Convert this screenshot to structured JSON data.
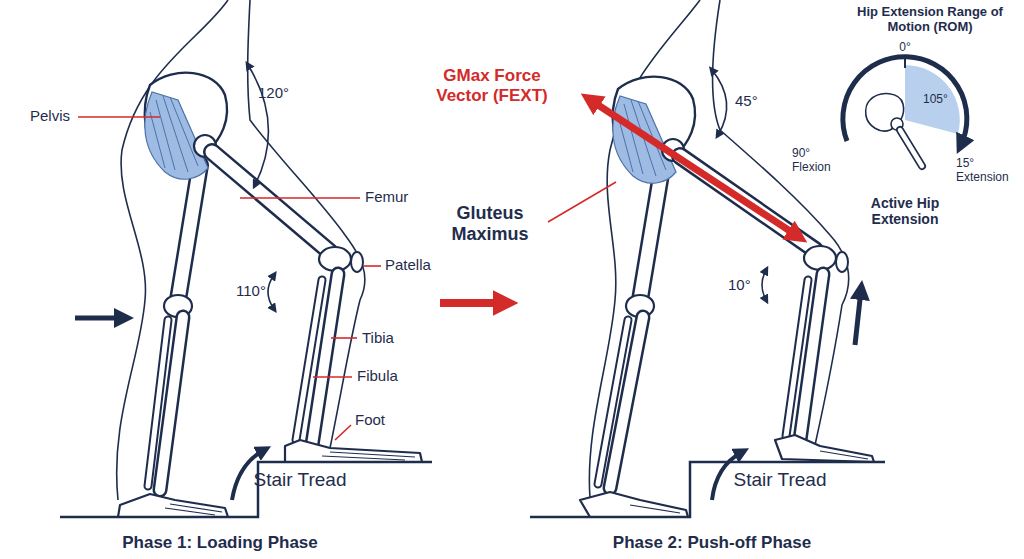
{
  "diagram": {
    "labels": [
      "Pelvis",
      "120°",
      "Femur",
      "Patella",
      "110°",
      "Tibia",
      "Fibula",
      "Foot",
      "Stair Tread",
      "Phase 1: Loading Phase",
      "GMax Force Vector (FEXT)",
      "45°",
      "Gluteus Maximus",
      "10°",
      "Stair Tread",
      "Phase 2: Push-off Phase",
      "Hip Extension Range of Motion (ROM)",
      "0°",
      "105°",
      "90° Flexion",
      "15° Extension",
      "Active Hip Extension"
    ]
  }
}
